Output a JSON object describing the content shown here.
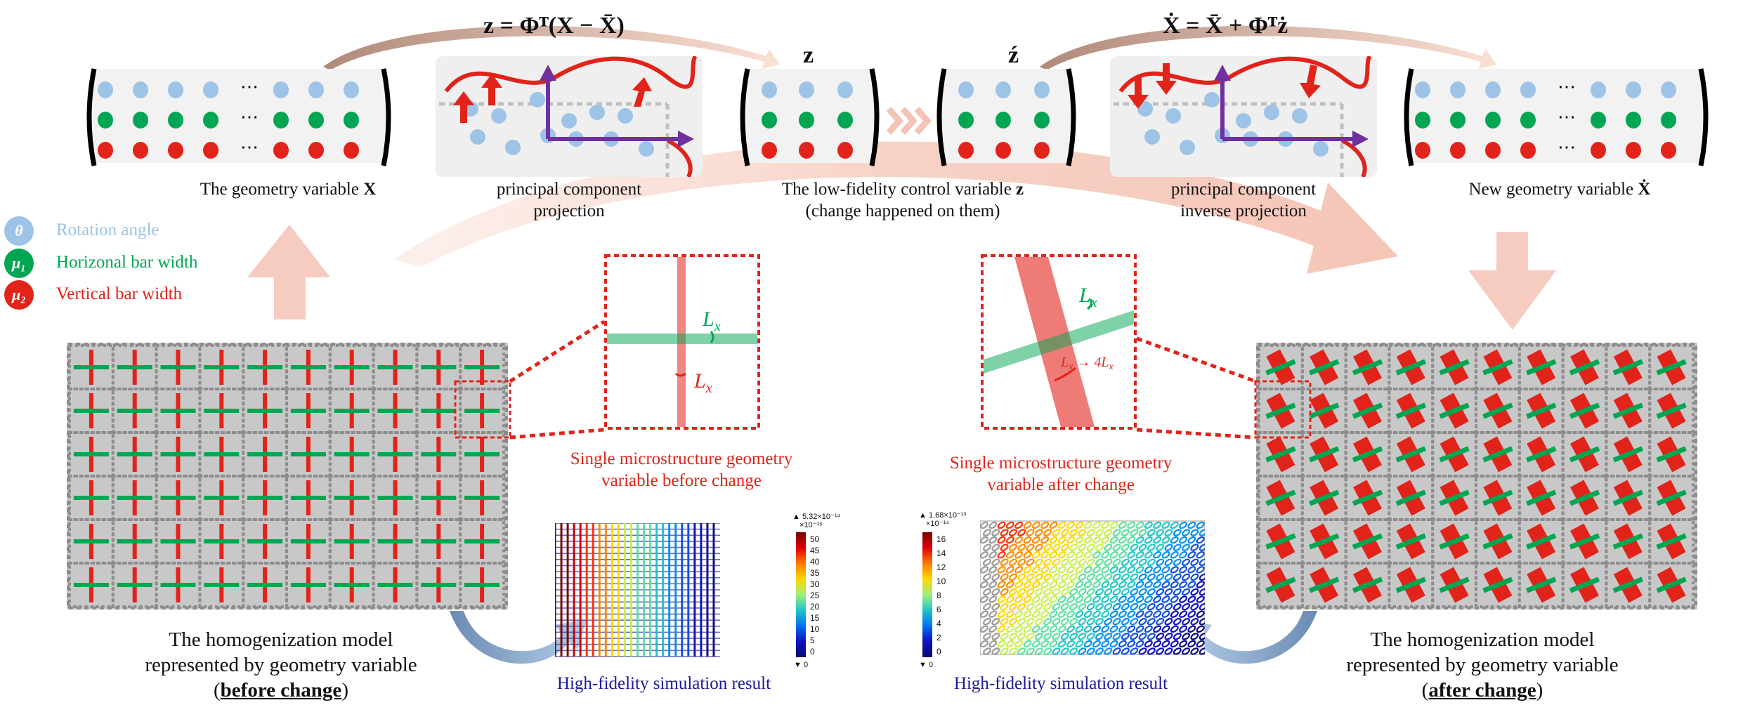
{
  "equations": {
    "projection": "z = Φᵀ(X − X̄)",
    "reconstruction": "Ẋ = X̄ + Φᵀż"
  },
  "matrices": {
    "z_label": "z",
    "z_new_label": "ź",
    "ellipsis": "⋯"
  },
  "captions": {
    "geometry_variable": "The geometry variable",
    "geometry_variable_symbol": "X",
    "pc_projection_1": "principal component",
    "pc_projection_2": "projection",
    "control_variable_1": "The low-fidelity control variable",
    "control_variable_symbol": "z",
    "control_variable_2": "(change happened on them)",
    "pc_inverse_1": "principal component",
    "pc_inverse_2": "inverse projection",
    "new_geometry": "New geometry variable",
    "new_geometry_symbol": "Ẋ"
  },
  "legend": [
    {
      "symbol": "θ",
      "label": "Rotation angle",
      "color": "#9dc3e6"
    },
    {
      "symbol": "μ₁",
      "label": "Horizonal bar width",
      "color": "#00a651"
    },
    {
      "symbol": "μ₂",
      "label": "Vertical bar width",
      "color": "#e2231a"
    }
  ],
  "micro_before": {
    "lx_green": "Lx",
    "lx_red": "Lx",
    "caption_1": "Single microstructure geometry",
    "caption_2": "variable before change"
  },
  "micro_after": {
    "lx_green": "Lx",
    "lx_red": "Lx → 4Lx",
    "caption_1": "Single microstructure geometry",
    "caption_2": "variable after change"
  },
  "model_before": {
    "line_1": "The homogenization model",
    "line_2": "represented by geometry variable",
    "line_3_open": "(",
    "line_3_bold": "before change",
    "line_3_close": ")"
  },
  "model_after": {
    "line_1": "The homogenization model",
    "line_2": "represented by geometry variable",
    "line_3_open": "(",
    "line_3_bold": "after change",
    "line_3_close": ")"
  },
  "sim_left": {
    "caption": "High-fidelity simulation result",
    "max_label": "▲ 5.32×10⁻¹⁴",
    "scale": "×10⁻¹⁵",
    "min_label": "▼ 0",
    "ticks": [
      "50",
      "45",
      "40",
      "35",
      "30",
      "25",
      "20",
      "15",
      "10",
      "5",
      "0"
    ]
  },
  "sim_right": {
    "caption": "High-fidelity simulation result",
    "max_label": "▲ 1.68×10⁻¹³",
    "scale": "×10⁻¹⁴",
    "min_label": "▼ 0",
    "ticks": [
      "16",
      "14",
      "12",
      "10",
      "8",
      "6",
      "4",
      "2",
      "0"
    ]
  },
  "colors": {
    "blue_dot": "#9dc3e6",
    "green": "#00a651",
    "red": "#e2231a",
    "arrow_pink": "#f4c3b6",
    "purple": "#7030a0",
    "sim_caption": "#1a1a9c"
  }
}
